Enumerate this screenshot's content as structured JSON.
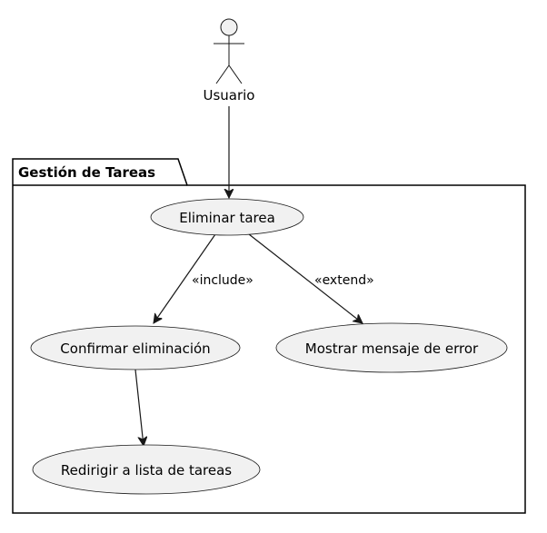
{
  "actor": {
    "name": "Usuario",
    "icon": "stick-figure-icon"
  },
  "package": {
    "title": "Gestión de Tareas"
  },
  "use_cases": [
    {
      "id": "eliminar",
      "label": "Eliminar tarea"
    },
    {
      "id": "confirmar",
      "label": "Confirmar eliminación"
    },
    {
      "id": "mostrar",
      "label": "Mostrar mensaje de error"
    },
    {
      "id": "redirigir",
      "label": "Redirigir a lista de tareas"
    }
  ],
  "relations": [
    {
      "from": "Usuario",
      "to": "Eliminar tarea",
      "label": ""
    },
    {
      "from": "Eliminar tarea",
      "to": "Confirmar eliminación",
      "label": "«include»"
    },
    {
      "from": "Eliminar tarea",
      "to": "Mostrar mensaje de error",
      "label": "«extend»"
    },
    {
      "from": "Confirmar eliminación",
      "to": "Redirigir a lista de tareas",
      "label": ""
    }
  ],
  "colors": {
    "use_case_fill": "#f1f1f1",
    "stroke": "#181818",
    "background": "#ffffff"
  }
}
